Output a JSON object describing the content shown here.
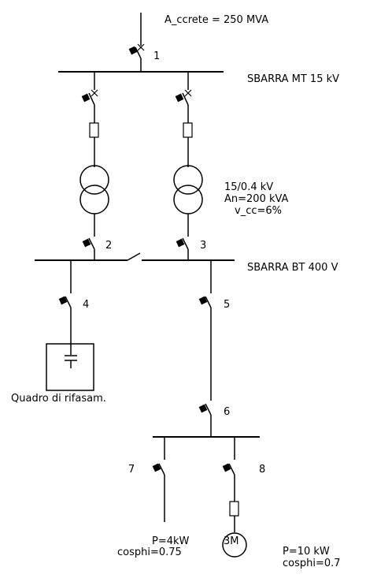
{
  "grid": {
    "label": "A_ccrete = 250 MVA"
  },
  "busbars": {
    "mt": {
      "label": "SBARRA MT 15 kV"
    },
    "bt": {
      "label": "SBARRA BT 400 V"
    }
  },
  "transformer": {
    "ratio": "15/0.4 kV",
    "rating": "An=200 kVA",
    "vcc": "v_cc=6%"
  },
  "switch_numbers": [
    "1",
    "2",
    "3",
    "4",
    "5",
    "6",
    "7",
    "8"
  ],
  "capacitor_bank": {
    "label": "Quadro di rifasam."
  },
  "load_7": {
    "power": "P=4kW",
    "cosphi": "cosphi=0.75"
  },
  "motor_8": {
    "symbol": "3M",
    "power": "P=10 kW",
    "cosphi": "cosphi=0.7"
  }
}
